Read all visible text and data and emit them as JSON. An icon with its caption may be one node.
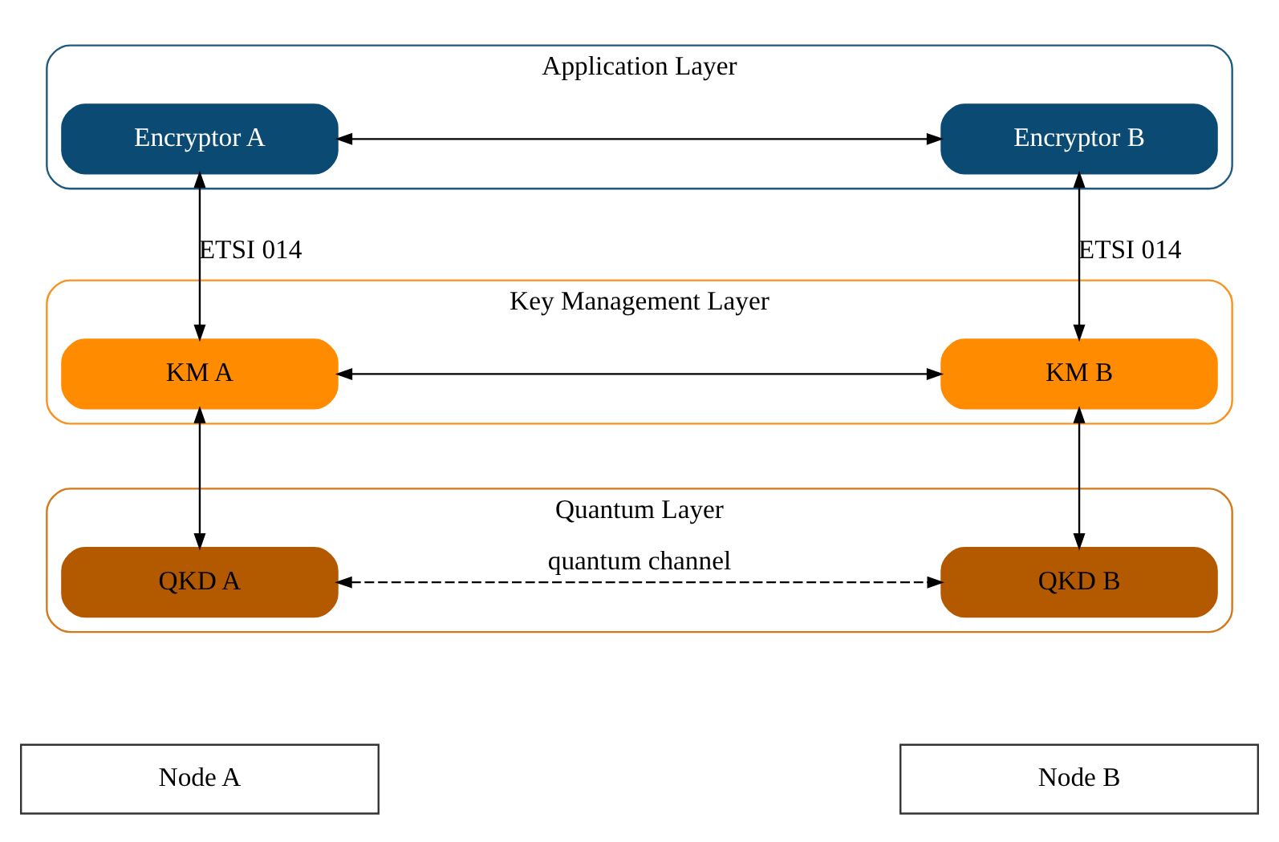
{
  "diagram": {
    "nodes": [
      {
        "text": [
          "Application Layer"
        ]
      },
      {
        "text": [
          "Encryptor A"
        ],
        "in": 0
      },
      {
        "text": [
          "Encryptor B"
        ],
        "in": 0
      },
      {
        "text": [
          "Key Management Layer"
        ]
      },
      {
        "text": [
          "KM A"
        ],
        "in": 3
      },
      {
        "text": [
          "KM B"
        ],
        "in": 3
      },
      {
        "text": [
          "Quantum Layer"
        ]
      },
      {
        "text": [
          "QKD A"
        ],
        "in": 6
      },
      {
        "text": [
          "QKD B"
        ],
        "in": 6
      },
      {
        "text": [
          "Node A"
        ]
      },
      {
        "text": [
          "Node B"
        ]
      }
    ],
    "edges": [
      {
        "from": 1,
        "to": 2,
        "arrow": "both"
      },
      {
        "from": 1,
        "to": 4,
        "arrow": "both",
        "label": "ETSI 014"
      },
      {
        "from": 2,
        "to": 5,
        "arrow": "both",
        "label": "ETSI 014"
      },
      {
        "from": 4,
        "to": 5,
        "arrow": "both"
      },
      {
        "from": 4,
        "to": 7,
        "arrow": "both"
      },
      {
        "from": 5,
        "to": 8,
        "arrow": "both"
      },
      {
        "from": 7,
        "to": 8,
        "arrow": "both",
        "style": "dashed",
        "label": "quantum channel"
      }
    ]
  }
}
